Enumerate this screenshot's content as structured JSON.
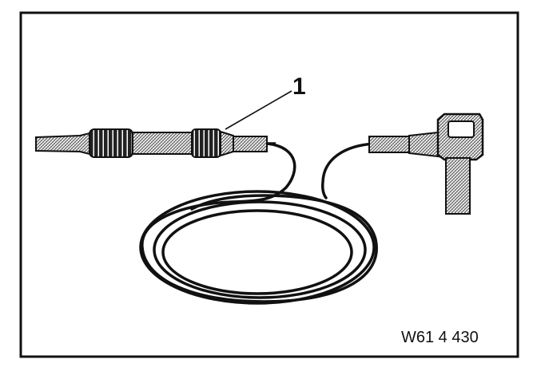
{
  "figure": {
    "callouts": [
      {
        "label": "1",
        "refers_to": "connector"
      }
    ],
    "figure_code": "W61 4 430",
    "ink_color": "#111111",
    "hatch_color": "#555555",
    "background_color": "#ffffff"
  }
}
